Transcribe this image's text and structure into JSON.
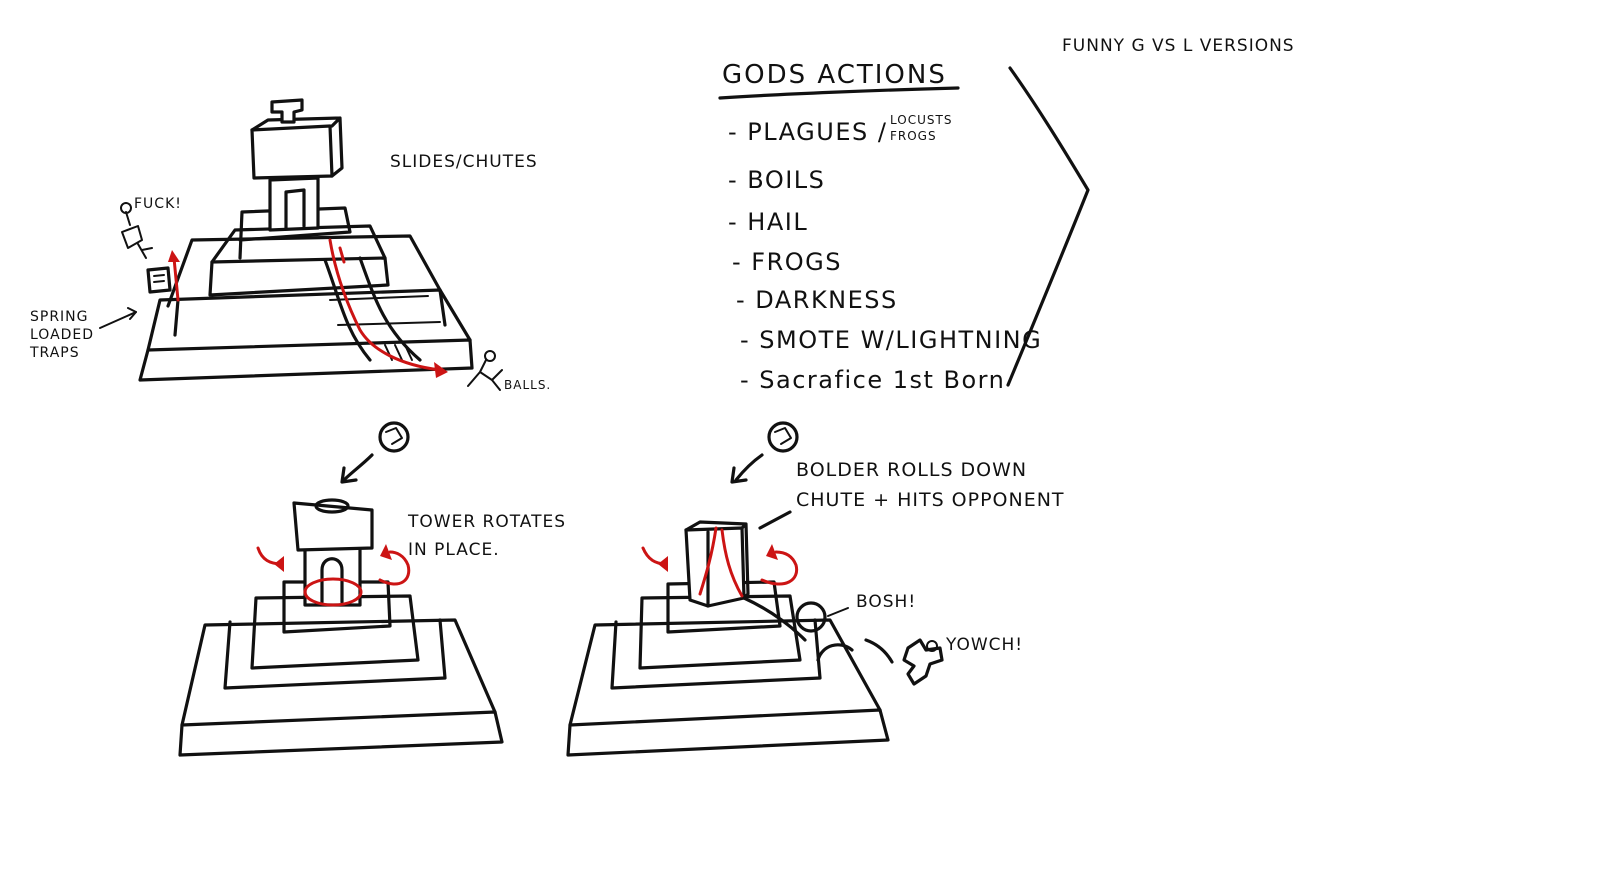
{
  "notes": {
    "slides_chutes": "SLIDES/CHUTES",
    "fuck": "FUCK!",
    "spring_traps": [
      "SPRING",
      "LOADED",
      "TRAPS"
    ],
    "balls": "BALLS.",
    "gods_actions_heading": "GODS ACTIONS",
    "gods_actions": [
      "- PLAGUES /",
      "- BOILS",
      "- HAIL",
      "- FROGS",
      "- DARKNESS",
      "- SMOTE W/LIGHTNING",
      "- Sacrafice 1st Born"
    ],
    "plague_subnote": [
      "LOCUSTS",
      "FROGS"
    ],
    "funny_versions": "FUNNY G vs L VERSIONS",
    "tower_rotates": [
      "TOWER ROTATES",
      "IN PLACE."
    ],
    "bolder": [
      "BOLDER ROLLS DOWN",
      "CHUTE + HITS OPPONENT"
    ],
    "bosh": "BOSH!",
    "youch": "YOWCH!"
  },
  "colors": {
    "ink": "#111111",
    "accent_red": "#cc1414",
    "paper": "#ffffff"
  }
}
